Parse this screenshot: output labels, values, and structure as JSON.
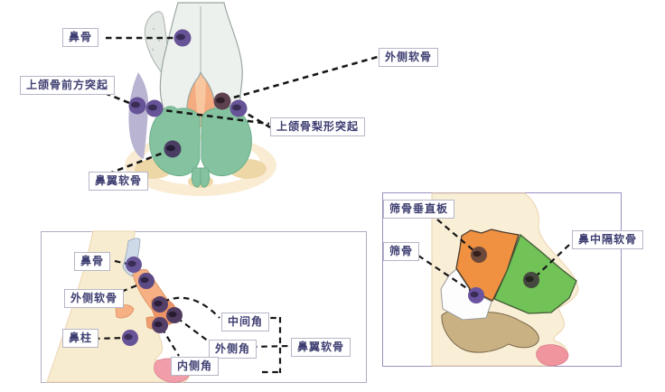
{
  "diagram": {
    "subject": "nasal-anatomy",
    "panels": {
      "frontal_view": {
        "labels": {
          "nasal_bone": "鼻骨",
          "frontal_process_of_maxilla": "上颌骨前方突起",
          "lateral_cartilage": "外侧软骨",
          "pyriform_process_of_maxilla": "上颌骨梨形突起",
          "alar_cartilage": "鼻翼软骨"
        }
      },
      "lateral_view": {
        "labels": {
          "nasal_bone": "鼻骨",
          "lateral_cartilage": "外侧软骨",
          "columella": "鼻柱",
          "intermediate_crus": "中间角",
          "lateral_crus": "外侧角",
          "medial_crus": "内侧角",
          "alar_cartilage": "鼻翼软骨"
        }
      },
      "septum_view": {
        "labels": {
          "perpendicular_plate_of_ethmoid": "筛骨垂直板",
          "ethmoid_bone": "筛骨",
          "septal_cartilage": "鼻中隔软骨"
        }
      }
    },
    "colors": {
      "nasal_bone_fill": "#edf1ee",
      "lateral_cartilage_orange": "#f5ab80",
      "alar_cartilage_green": "#84c2a0",
      "maxilla_lavender": "#b8b4d2",
      "base_cream": "#f9ecd3",
      "skin": "#f8ecd0",
      "perpendicular_plate_orange": "#ef9141",
      "septal_cartilage_green": "#71c257",
      "vomer_tan": "#c9b183",
      "lips_pink": "#f2a0a8",
      "marker_purple": "#675397",
      "label_text": "#3e3e72",
      "leader_black": "#161616"
    }
  }
}
